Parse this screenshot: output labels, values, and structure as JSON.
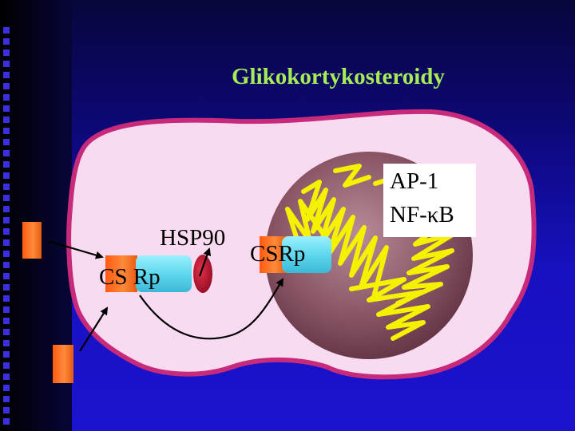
{
  "title": "Glikokortykosteroidy",
  "labels": {
    "hsp90": "HSP90",
    "cs": "CS",
    "rp": "Rp",
    "csrp": "CSRp",
    "ap1": "AP-1",
    "nfkb": "NF-κB"
  },
  "colors": {
    "background": "#1b12cc",
    "title_text": "#a6ec58",
    "cell": "#f9dbf1",
    "cell_border": "#c72a7a",
    "nucleus": "#7a4a5a",
    "dna_strand": "#f5f200",
    "steroid": "#ff6b1a",
    "receptor": "#5fe0f0",
    "hsp90": "#c0102a"
  }
}
